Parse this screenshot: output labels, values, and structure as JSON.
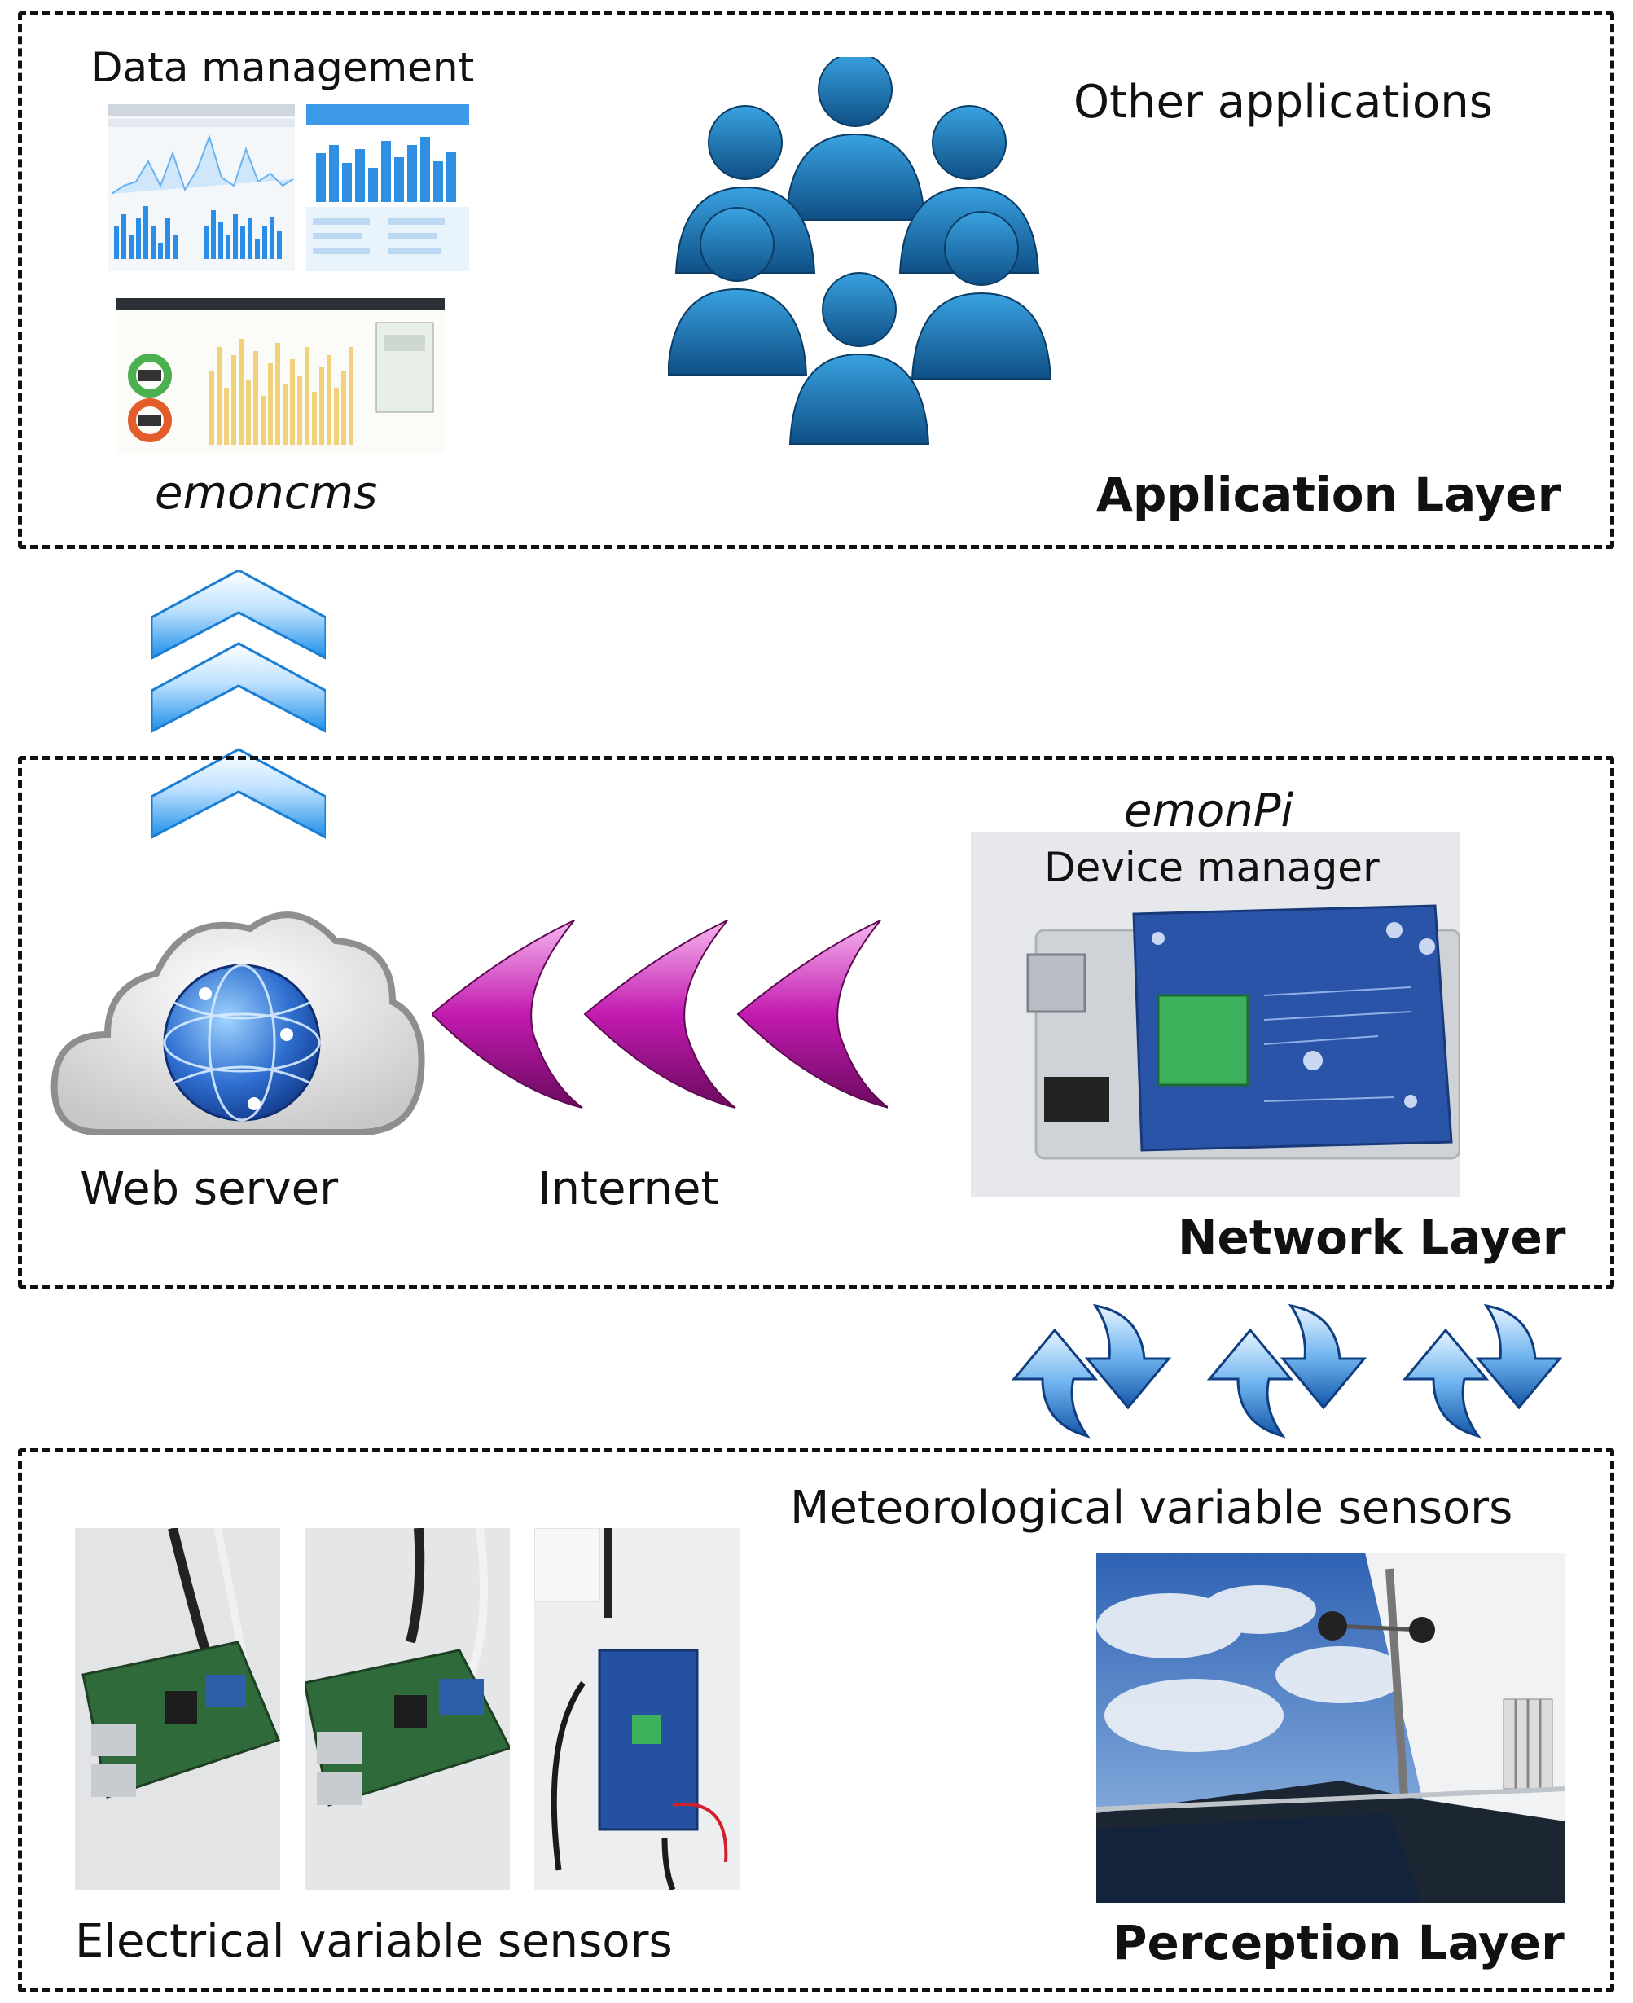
{
  "application_layer": {
    "title": "Application Layer",
    "data_management_label": "Data management",
    "emoncms_label": "emoncms",
    "other_apps_label": "Other applications"
  },
  "network_layer": {
    "title": "Network Layer",
    "web_server_label": "Web server",
    "internet_label": "Internet",
    "emonpi_label": "emonPi",
    "device_manager_label": "Device manager"
  },
  "perception_layer": {
    "title": "Perception Layer",
    "electrical_label": "Electrical variable sensors",
    "meteorological_label": "Meteorological variable sensors"
  },
  "colors": {
    "up_arrow": "#1e8fe8",
    "boomerang": "#b0129c",
    "people": "#1a6fae",
    "exchange_arrow": "#3b8fd6"
  }
}
